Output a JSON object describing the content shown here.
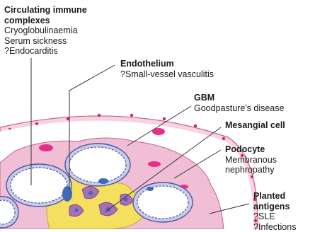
{
  "labels": {
    "circulating": {
      "heading": [
        "Circulating immune",
        "complexes"
      ],
      "items": [
        "Cryoglobulinaemia",
        "Serum sickness",
        "?Endocarditis"
      ]
    },
    "endothelium": {
      "heading": [
        "Endothelium"
      ],
      "items": [
        "?Small-vessel vasculitis"
      ]
    },
    "gbm": {
      "heading": [
        "GBM"
      ],
      "items": [
        "Goodpasture's disease"
      ]
    },
    "mesangial": {
      "heading": [
        "Mesangial cell"
      ],
      "items": []
    },
    "podocyte": {
      "heading": [
        "Podocyte"
      ],
      "items": [
        "Membranous",
        "nephropathy"
      ]
    },
    "planted": {
      "heading": [
        "Planted",
        "antigens"
      ],
      "items": [
        "?SLE",
        "?Infections"
      ]
    }
  },
  "colors": {
    "capsule_fill": "#f6d2e2",
    "capsule_dots": "#d0206e",
    "bowman_space": "#ffffff",
    "podocyte": "#e8a9c8",
    "gbm": "#c9cbe6",
    "gbm_line": "#4c54a4",
    "mesangium": "#f4e05e",
    "mesangial_cell": "#a66fb8",
    "nucleus": "#3f68b6",
    "leader_line": "#333333"
  }
}
